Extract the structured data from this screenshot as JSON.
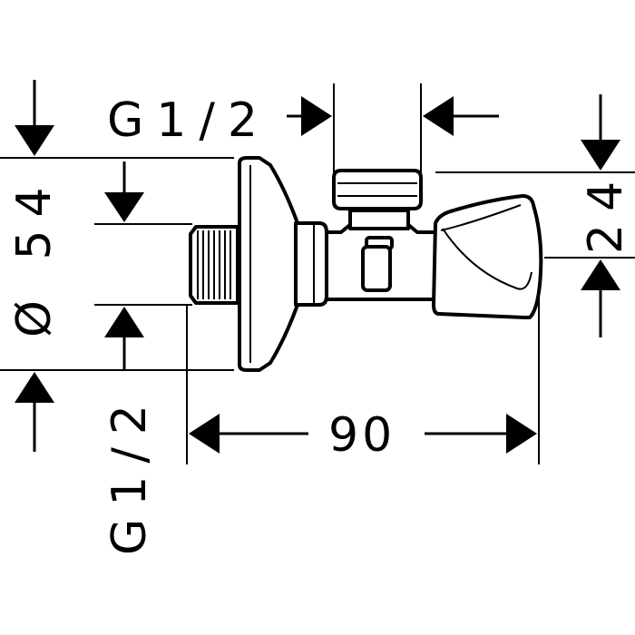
{
  "drawing": {
    "labels": {
      "top_thread": "G1/2",
      "diameter": "Ø 54",
      "bottom_thread": "G1/2",
      "length": "90",
      "height": "24"
    }
  }
}
